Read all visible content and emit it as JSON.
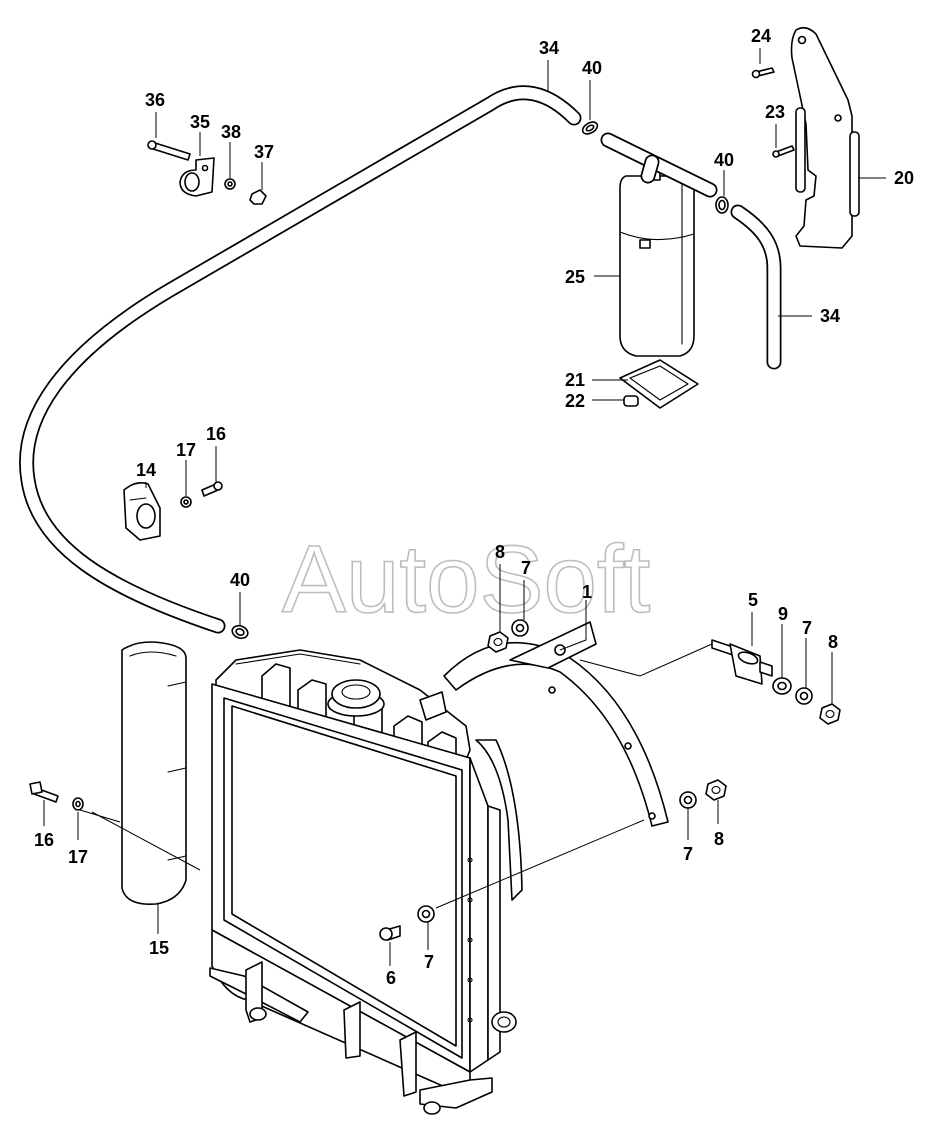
{
  "watermark": "AutoSoft",
  "callouts": [
    {
      "id": "c34a",
      "label": "34"
    },
    {
      "id": "c40a",
      "label": "40"
    },
    {
      "id": "c24",
      "label": "24"
    },
    {
      "id": "c36",
      "label": "36"
    },
    {
      "id": "c35",
      "label": "35"
    },
    {
      "id": "c38",
      "label": "38"
    },
    {
      "id": "c37",
      "label": "37"
    },
    {
      "id": "c23",
      "label": "23"
    },
    {
      "id": "c40b",
      "label": "40"
    },
    {
      "id": "c20",
      "label": "20"
    },
    {
      "id": "c25",
      "label": "25"
    },
    {
      "id": "c34b",
      "label": "34"
    },
    {
      "id": "c21",
      "label": "21"
    },
    {
      "id": "c22",
      "label": "22"
    },
    {
      "id": "c14",
      "label": "14"
    },
    {
      "id": "c17a",
      "label": "17"
    },
    {
      "id": "c16a",
      "label": "16"
    },
    {
      "id": "c8a",
      "label": "8"
    },
    {
      "id": "c7a",
      "label": "7"
    },
    {
      "id": "c1",
      "label": "1"
    },
    {
      "id": "c40c",
      "label": "40"
    },
    {
      "id": "c5",
      "label": "5"
    },
    {
      "id": "c9",
      "label": "9"
    },
    {
      "id": "c7b",
      "label": "7"
    },
    {
      "id": "c8b",
      "label": "8"
    },
    {
      "id": "c16b",
      "label": "16"
    },
    {
      "id": "c17b",
      "label": "17"
    },
    {
      "id": "c15",
      "label": "15"
    },
    {
      "id": "c7c",
      "label": "7"
    },
    {
      "id": "c8c",
      "label": "8"
    },
    {
      "id": "c6",
      "label": "6"
    },
    {
      "id": "c7d",
      "label": "7"
    }
  ]
}
